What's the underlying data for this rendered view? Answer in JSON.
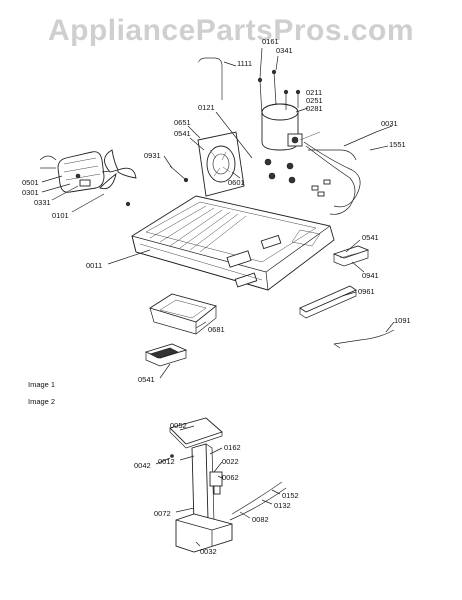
{
  "watermark": "AppliancePartsPros.com",
  "captions": {
    "image1": "Image 1",
    "image2": "Image 2"
  },
  "labels": {
    "p1111": "1111",
    "p0161": "0161",
    "p0341a": "0341",
    "p0121": "0121",
    "p0211": "0211",
    "p0251": "0251",
    "p0281": "0281",
    "p0031": "0031",
    "p1551": "1551",
    "p0651": "0651",
    "p0541a": "0541",
    "p0931": "0931",
    "p0601": "0601",
    "p0501": "0501",
    "p0301": "0301",
    "p0331": "0331",
    "p0101": "0101",
    "p0011": "0011",
    "p0541b": "0541",
    "p0941": "0941",
    "p0961": "0961",
    "p0681": "0681",
    "p1091": "1091",
    "p0541c": "0541",
    "p0052": "0052",
    "p0042": "0042",
    "p0012": "0012",
    "p0162": "0162",
    "p0022": "0022",
    "p0062": "0062",
    "p0152": "0152",
    "p0132": "0132",
    "p0072": "0072",
    "p0082": "0082",
    "p0032": "0032"
  }
}
